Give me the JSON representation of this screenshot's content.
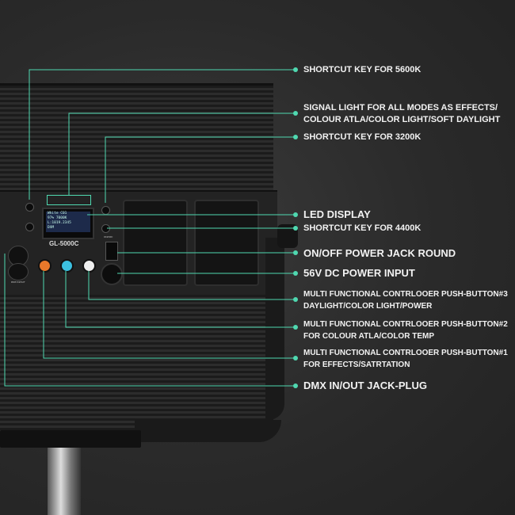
{
  "product": {
    "model": "GL-5000C",
    "display_lines": [
      "White  C01",
      "97%  7000K",
      "L:1019.2345",
      "DXM"
    ],
    "dmx_label": "DMX IN/OUT",
    "onoff_label": "ON/OFF"
  },
  "callouts": [
    {
      "lines": [
        "SHORTCUT KEY FOR 5600K"
      ]
    },
    {
      "lines": [
        "SIGNAL LIGHT FOR ALL MODES AS EFFECTS/",
        "COLOUR ATLA/COLOR LIGHT/SOFT DAYLIGHT"
      ]
    },
    {
      "lines": [
        "SHORTCUT KEY FOR 3200K"
      ]
    },
    {
      "lines": [
        "LED DISPLAY"
      ]
    },
    {
      "lines": [
        "SHORTCUT KEY FOR 4400K"
      ]
    },
    {
      "lines": [
        "ON/OFF POWER JACK ROUND"
      ]
    },
    {
      "lines": [
        "56V DC POWER INPUT"
      ]
    },
    {
      "lines": [
        "MULTI FUNCTIONAL  CONTRLOOER  PUSH-BUTTON#3",
        "DAYLIGHT/COLOR LIGHT/POWER"
      ]
    },
    {
      "lines": [
        "MULTI FUNCTIONAL  CONTRLOOER PUSH-BUTTON#2",
        "FOR  COLOUR ATLA/COLOR TEMP"
      ]
    },
    {
      "lines": [
        "MULTI FUNCTIONAL  CONTRLOOER  PUSH-BUTTON#1",
        "FOR  EFFECTS/SATRTATION"
      ]
    },
    {
      "lines": [
        "DMX IN/OUT JACK-PLUG"
      ]
    }
  ],
  "colors": {
    "leader": "#4fd8b0",
    "background": "#2a2a2a",
    "knob1": "#e8782a",
    "knob2": "#3cc0e0",
    "knob3": "#eeeeee"
  }
}
